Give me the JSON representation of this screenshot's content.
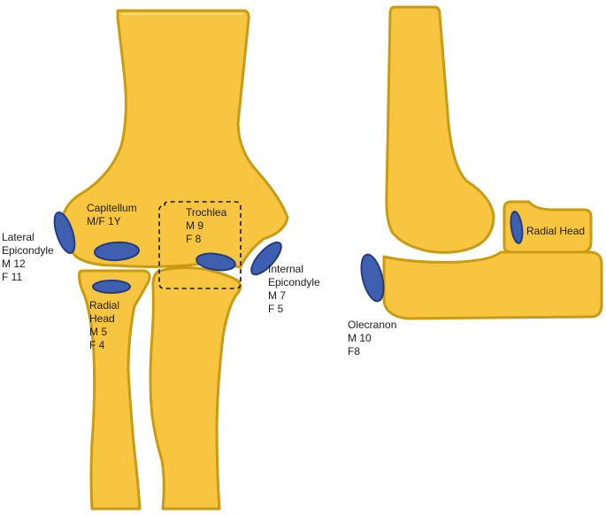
{
  "frontal_view": {
    "capitellum": {
      "name": "Capitellum",
      "age": "M/F 1Y"
    },
    "trochlea": {
      "name": "Trochlea",
      "male": "M 9",
      "female": "F 8"
    },
    "lateral_epicondyle": {
      "name_line1": "Lateral",
      "name_line2": "Epicondyle",
      "male": "M 12",
      "female": "F 11"
    },
    "radial_head": {
      "name_line1": "Radial",
      "name_line2": "Head",
      "male": "M 5",
      "female": "F 4"
    },
    "internal_epicondyle": {
      "name_line1": "Internal",
      "name_line2": "Epicondyle",
      "male": "M 7",
      "female": "F 5"
    }
  },
  "lateral_view": {
    "radial_head": {
      "name": "Radial Head"
    },
    "olecranon": {
      "name": "Olecranon",
      "male": "M 10",
      "female": "F8"
    }
  },
  "colors": {
    "bone_fill": "#f7c53f",
    "bone_outline": "#c99a12",
    "ossification_center": "#3f5fb0"
  }
}
